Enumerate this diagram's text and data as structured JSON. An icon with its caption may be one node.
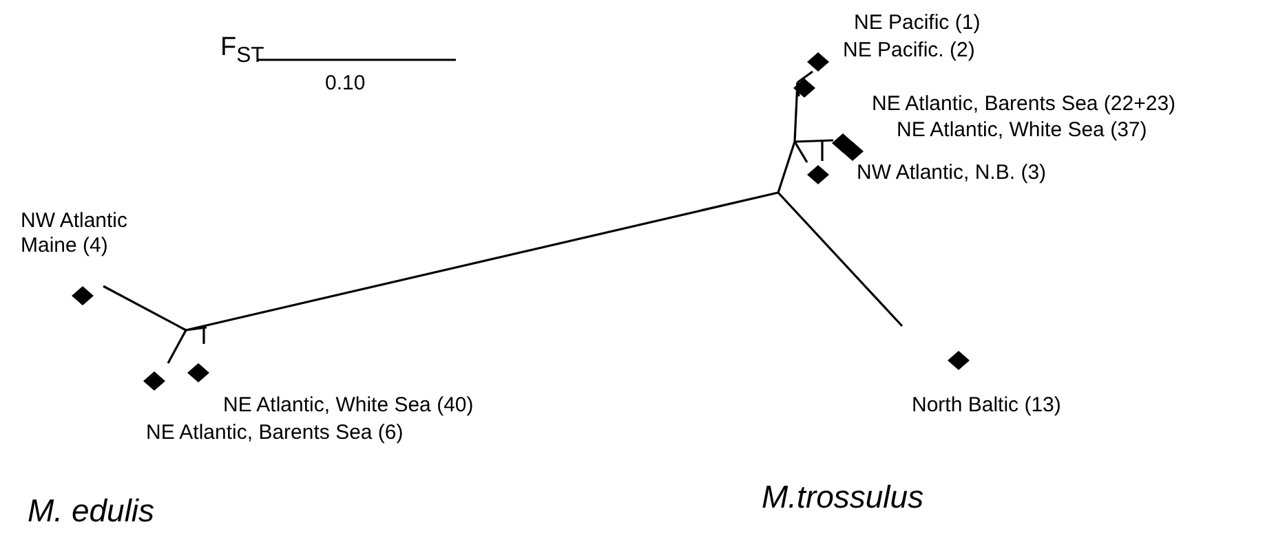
{
  "diagram": {
    "labels": [
      "F$_{ST}$",
      "0.10",
      "NE Pacific (1)",
      "NE Pacific. (2)",
      "NE Atlantic, Barents Sea (22+23)",
      "NE Atlantic, White Sea (37)",
      "NW Atlantic Maine (4)",
      "NW Atlantic, N.B. (3)",
      "NE Atlantic, White Sea (40)",
      "North Baltic (13)",
      "NE Atlantic, Barents Sea (6)",
      "M. edulis",
      "M.trossulus"
    ]
  }
}
